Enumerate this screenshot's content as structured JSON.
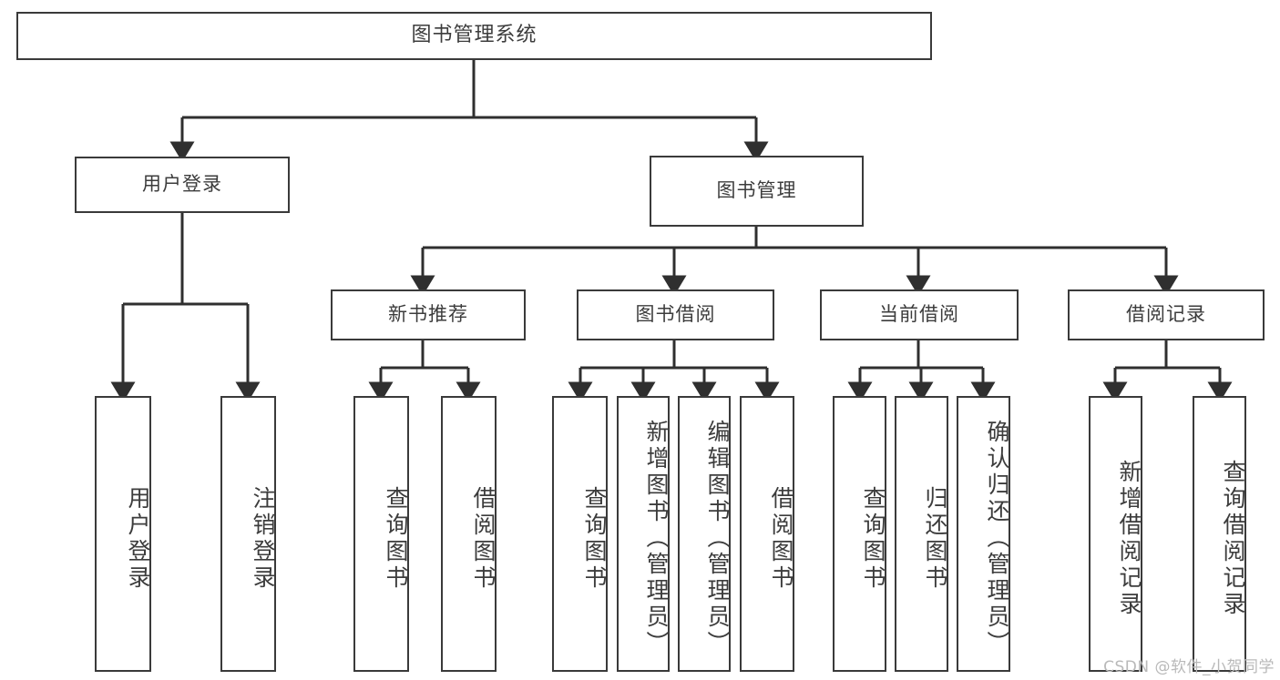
{
  "diagram": {
    "title": "图书管理系统",
    "root": {
      "label": "图书管理系统"
    },
    "level1": [
      {
        "label": "用户登录"
      },
      {
        "label": "图书管理"
      }
    ],
    "level2": [
      {
        "label": "新书推荐"
      },
      {
        "label": "图书借阅"
      },
      {
        "label": "当前借阅"
      },
      {
        "label": "借阅记录"
      }
    ],
    "leaves": {
      "user_login": [
        {
          "label": "用户登录"
        },
        {
          "label": "注销登录"
        }
      ],
      "new_book_recommend": [
        {
          "label": "查询图书"
        },
        {
          "label": "借阅图书"
        }
      ],
      "book_borrow": [
        {
          "label": "查询图书"
        },
        {
          "label": "新增图书（管理员）"
        },
        {
          "label": "编辑图书（管理员）"
        },
        {
          "label": "借阅图书"
        }
      ],
      "current_borrow": [
        {
          "label": "查询图书"
        },
        {
          "label": "归还图书"
        },
        {
          "label": "确认归还（管理员）"
        }
      ],
      "borrow_record": [
        {
          "label": "新增借阅记录"
        },
        {
          "label": "查询借阅记录"
        }
      ]
    }
  },
  "watermark": {
    "text": "CSDN @软件_小贺同学"
  },
  "colors": {
    "border": "#3a3a3a",
    "text": "#3c3c3c",
    "background": "#ffffff",
    "watermark": "#b9b9b9"
  }
}
